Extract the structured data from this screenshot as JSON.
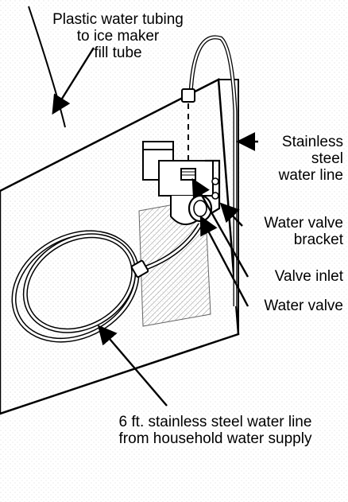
{
  "labels": {
    "plastic_tubing_line1": "Plastic water tubing",
    "plastic_tubing_line2": "to ice maker",
    "plastic_tubing_line3": "fill tube",
    "stainless_line1": "Stainless",
    "stainless_line2": "steel",
    "stainless_line3": "water line",
    "bracket_line1": "Water valve",
    "bracket_line2": "bracket",
    "valve_inlet": "Valve inlet",
    "water_valve": "Water valve",
    "supply_line1": "6 ft. stainless steel water line",
    "supply_line2": "from household water supply"
  },
  "colors": {
    "line": "#000000",
    "background": "#ffffff",
    "speckle": "#c9c9c9"
  }
}
